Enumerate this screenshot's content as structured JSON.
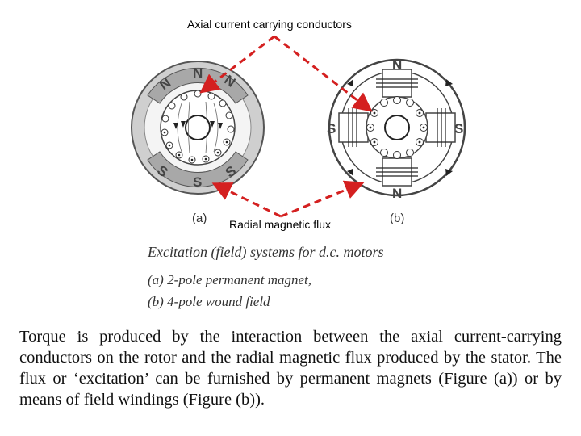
{
  "labels": {
    "axial": "Axial current carrying conductors",
    "radial": "Radial magnetic flux"
  },
  "figure": {
    "sub_a": "(a)",
    "sub_b": "(b)",
    "poles_a": {
      "n_left": "N",
      "n_mid": "N",
      "n_right": "N",
      "s_left": "S",
      "s_mid": "S",
      "s_right": "S"
    },
    "poles_b": {
      "n_top": "N",
      "n_bottom": "N",
      "s_left": "S",
      "s_right": "S"
    }
  },
  "caption": {
    "title": "Excitation  (field)  systems for d.c. motors",
    "item_a": "(a) 2-pole permanent magnet,",
    "item_b": "(b) 4-pole wound field"
  },
  "paragraph": "Torque is produced by the interaction between the axial current-carrying conductors on the rotor and the radial magnetic flux produced by the stator. The flux or ‘excitation’ can be furnished by permanent magnets (Figure (a)) or by means of field windings (Figure (b)).",
  "colors": {
    "arrow": "#d42020",
    "stator": "#9a9a9a",
    "magnet": "#b0b0b0"
  }
}
